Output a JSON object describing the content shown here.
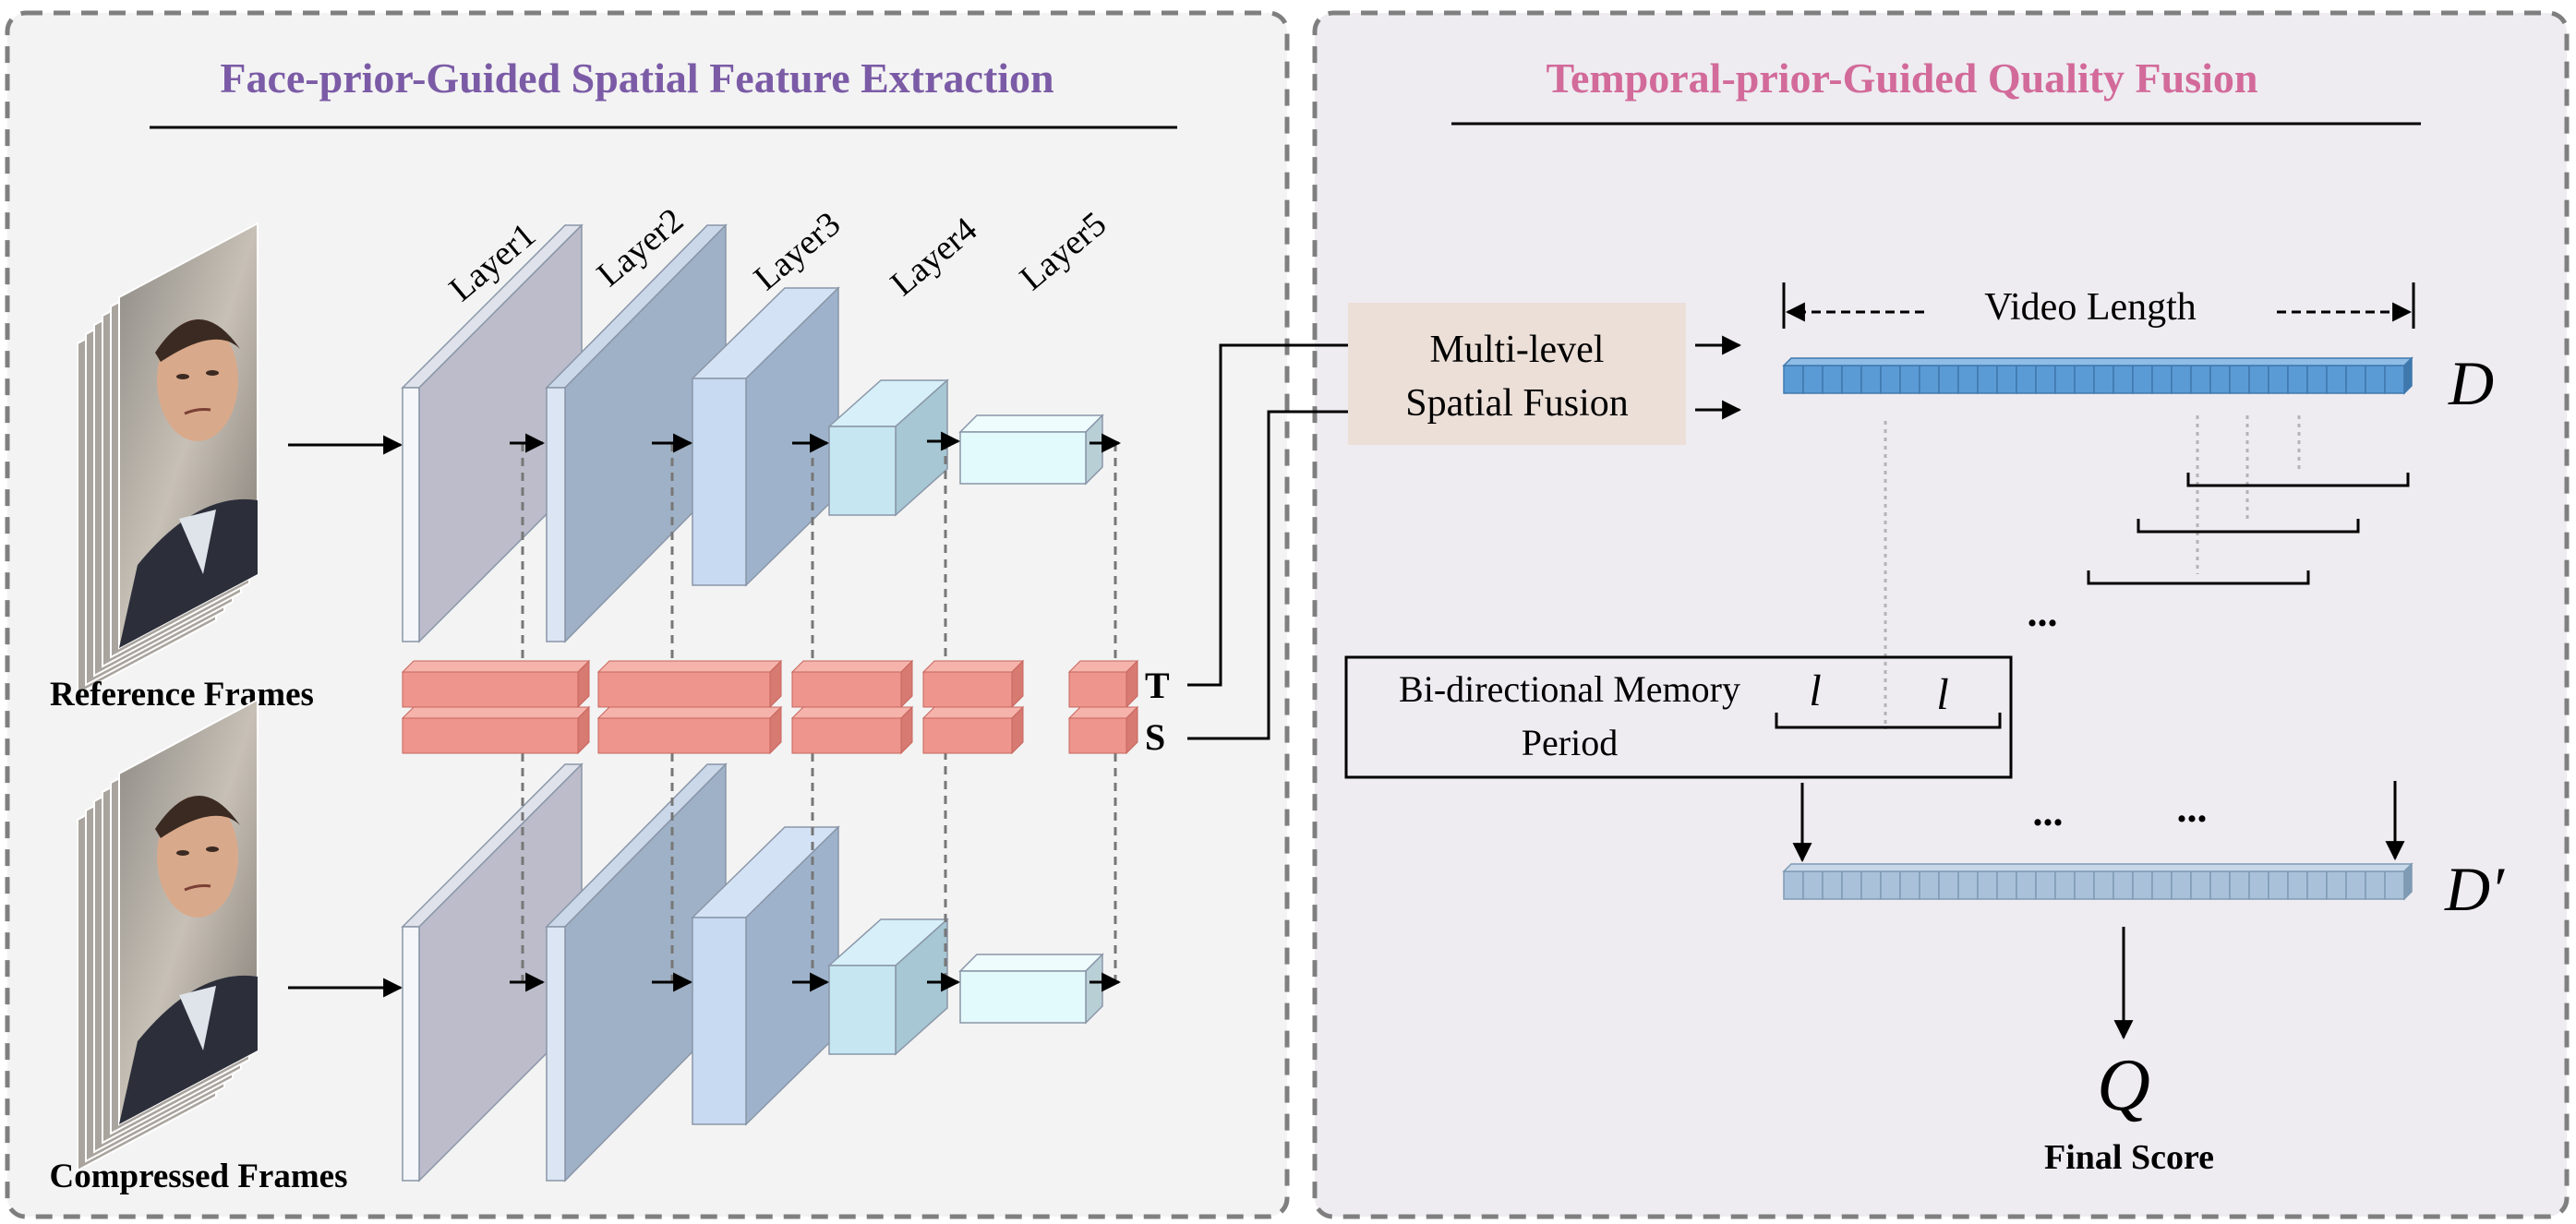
{
  "left_panel": {
    "title": "Face-prior-Guided Spatial Feature Extraction",
    "reference_label": "Reference Frames",
    "compressed_label": "Compressed Frames",
    "layers": [
      "Layer1",
      "Layer2",
      "Layer3",
      "Layer4",
      "Layer5"
    ],
    "t_label": "T",
    "s_label": "S"
  },
  "right_panel": {
    "title": "Temporal-prior-Guided Quality Fusion",
    "fusion_line1": "Multi-level",
    "fusion_line2": "Spatial Fusion",
    "video_length": "Video Length",
    "d_label": "D",
    "d_prime_label": "D′",
    "ellipsis": "...",
    "memory_line1": "Bi-directional Memory",
    "memory_line2": "Period",
    "l_symbol": "l",
    "q_label": "Q",
    "final_score": "Final Score"
  },
  "colors": {
    "left_title": "#7b5ba6",
    "right_title": "#d26a9a",
    "left_panel_bg": "#f3f3f3",
    "right_panel_bg": "#eeecf1",
    "fusion_box": "#ecdfd8",
    "seq_d": "#5b9bd5",
    "seq_d_prime": "#a9c2da",
    "red_bars": "#ee958d"
  }
}
